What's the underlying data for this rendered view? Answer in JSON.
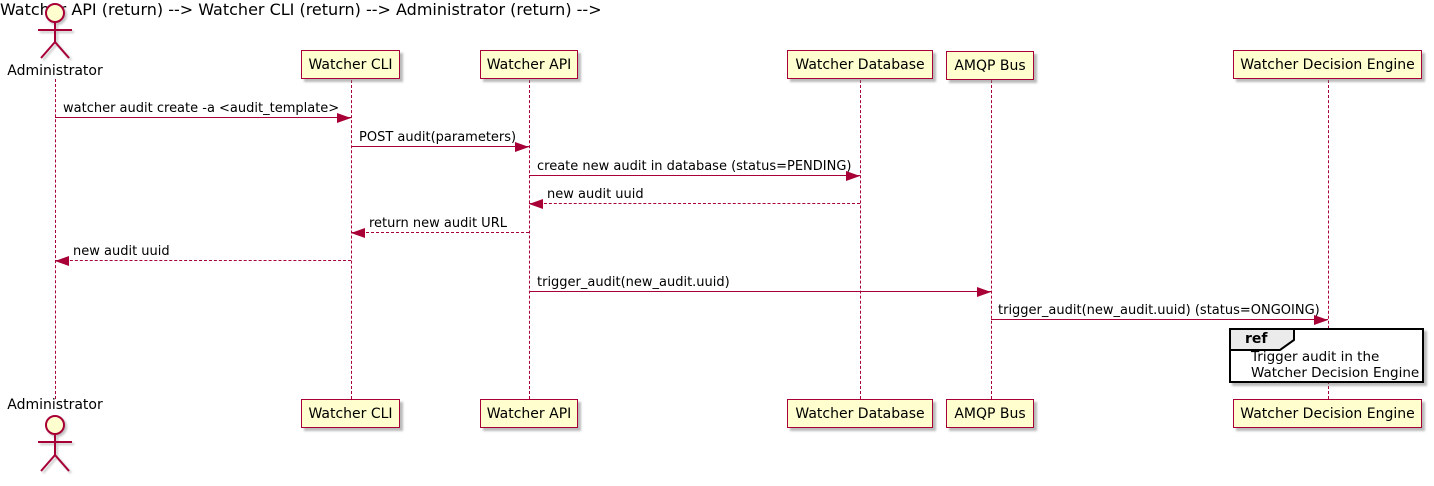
{
  "diagram": {
    "type": "uml-sequence",
    "actor": {
      "name": "Administrator"
    },
    "participants": [
      {
        "name": "Watcher CLI"
      },
      {
        "name": "Watcher API"
      },
      {
        "name": "Watcher Database"
      },
      {
        "name": "AMQP Bus"
      },
      {
        "name": "Watcher Decision Engine"
      }
    ],
    "messages": [
      {
        "from": "Administrator",
        "to": "Watcher CLI",
        "label": "watcher audit create -a <audit_template>",
        "style": "solid"
      },
      {
        "from": "Watcher CLI",
        "to": "Watcher API",
        "label": "POST audit(parameters)",
        "style": "solid"
      },
      {
        "from": "Watcher API",
        "to": "Watcher Database",
        "label": "create new audit in database (status=PENDING)",
        "style": "solid"
      },
      {
        "from": "Watcher Database",
        "to": "Watcher API",
        "label": "new audit uuid",
        "style": "dashed"
      },
      {
        "from": "Watcher API",
        "to": "Watcher CLI",
        "label": "return new audit URL",
        "style": "dashed"
      },
      {
        "from": "Watcher CLI",
        "to": "Administrator",
        "label": "new audit uuid",
        "style": "dashed"
      },
      {
        "from": "Watcher API",
        "to": "AMQP Bus",
        "label": "trigger_audit(new_audit.uuid)",
        "style": "solid"
      },
      {
        "from": "AMQP Bus",
        "to": "Watcher Decision Engine",
        "label": "trigger_audit(new_audit.uuid) (status=ONGOING)",
        "style": "solid"
      }
    ],
    "ref": {
      "keyword": "ref",
      "lines": [
        "Trigger audit in the",
        "Watcher Decision Engine"
      ]
    },
    "colors": {
      "stroke": "#A80036",
      "participant_fill": "#FEFECE",
      "ref_label_fill": "#EBEBEB",
      "ref_border": "#000000",
      "text": "#000000",
      "background": "#FFFFFF"
    }
  }
}
